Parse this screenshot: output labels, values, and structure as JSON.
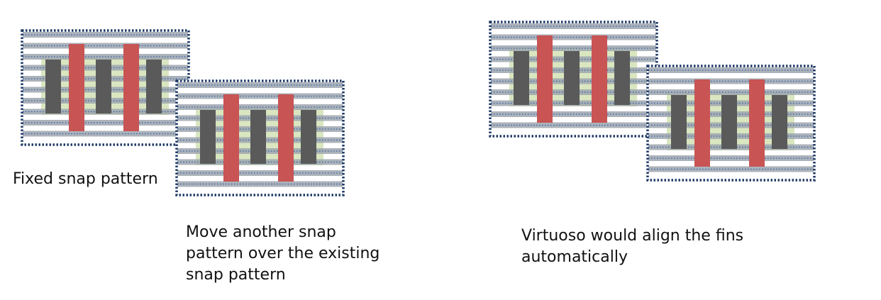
{
  "captions": {
    "fixed": "Fixed snap pattern",
    "move": "Move another snap\npattern over the existing\nsnap pattern",
    "align": "Virtuoso would align the fins\nautomatically"
  },
  "colors": {
    "fin_track": "#9ea4ae",
    "fin_center_dot": "#2d5fa8",
    "active_region": "#d9e6c0",
    "gate": "#c85454",
    "contact": "#5a5a5a",
    "boundary": "#1f3a66"
  },
  "patterns": [
    {
      "name": "fixed-snap-pattern",
      "role": "fixed"
    },
    {
      "name": "moving-snap-pattern",
      "role": "moving-offset"
    },
    {
      "name": "aligned-snap-pattern-upper",
      "role": "aligned-reference"
    },
    {
      "name": "aligned-snap-pattern-lower",
      "role": "aligned-moved"
    }
  ]
}
